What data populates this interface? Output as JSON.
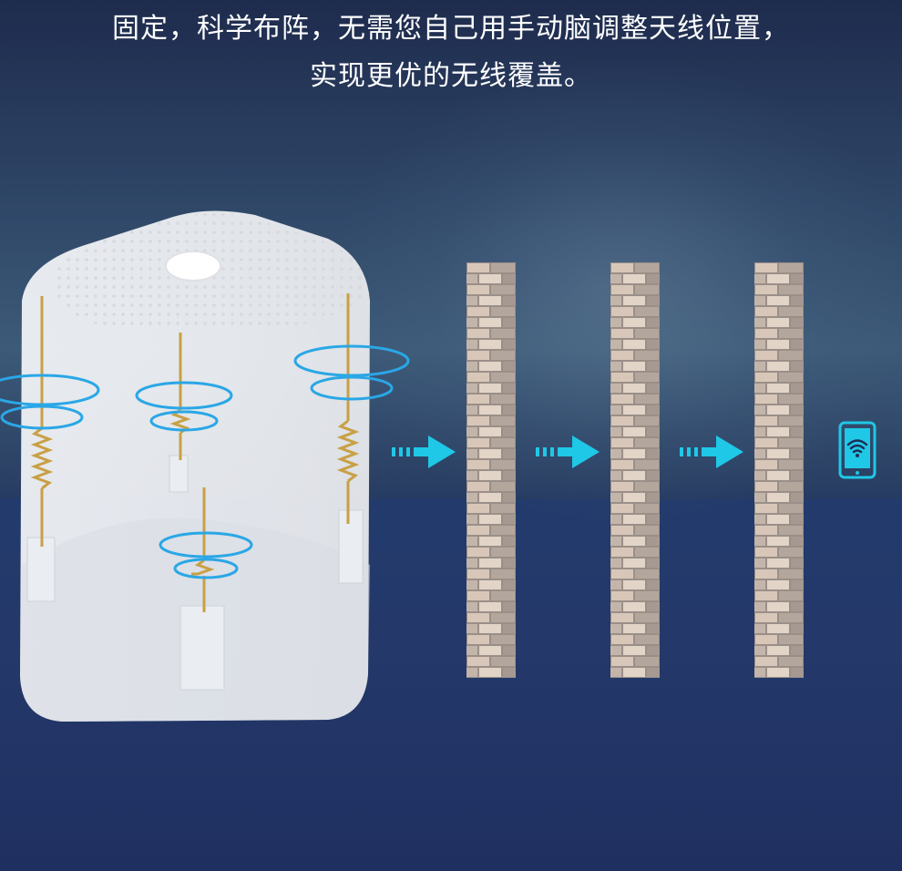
{
  "caption": {
    "line1": "固定，科学布阵，无需您自己用手动脑调整天线位置，",
    "line2": "实现更优的无线覆盖。"
  },
  "colors": {
    "background_top": "#1e2b4d",
    "background_bottom": "#223766",
    "signal_arrow": "#1fc8e6",
    "antenna_gold": "#c8a046",
    "brick": "#c9b7a8"
  },
  "icons": {
    "router": "router-antenna-cutaway-image",
    "arrow": "signal-arrow-icon",
    "wall": "brick-wall-image",
    "phone": "phone-wifi-icon"
  }
}
